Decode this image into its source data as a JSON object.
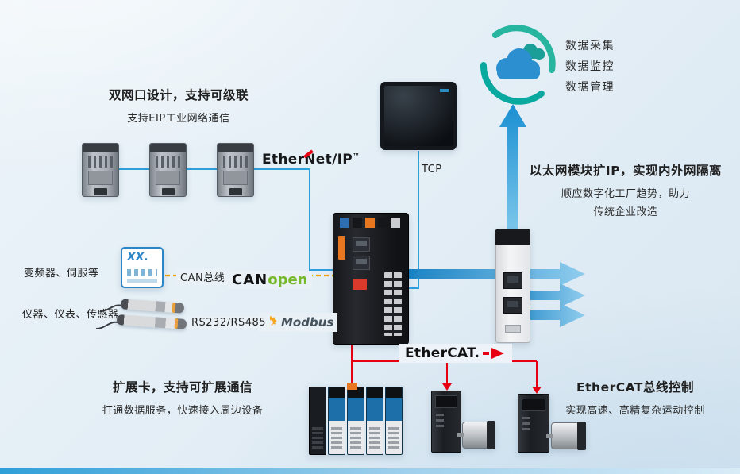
{
  "colors": {
    "accent_blue": "#2da0dc",
    "deep_blue": "#1a83c4",
    "red": "#e60012",
    "green": "#76b82a",
    "yellow": "#f0a30a",
    "teal": "#00b3a6",
    "text_dark": "#1f1f1f"
  },
  "top_left": {
    "title": "双网口设计，支持可级联",
    "subtitle": "支持EIP工业网络通信"
  },
  "logos": {
    "ethernet_ip": {
      "ether": "Ether",
      "net": "Net",
      "ip": "/IP",
      "tm": "™"
    },
    "canopen": {
      "can": "CAN",
      "open": "open"
    },
    "modbus": "Modbus",
    "ethercat": "EtherCAT."
  },
  "labels": {
    "tcp": "TCP",
    "can_bus": "CAN总线",
    "rs_bus": "RS232/RS485",
    "vfd_devices": "变频器、伺服等",
    "instrument_devices": "仪器、仪表、传感器",
    "xx_device": "XX."
  },
  "cloud": {
    "features": [
      "数据采集",
      "数据监控",
      "数据管理"
    ]
  },
  "right_block": {
    "title": "以太网模块扩IP，实现内外网隔离",
    "line2": "顺应数字化工厂趋势，助力",
    "line3": "传统企业改造"
  },
  "bottom_left": {
    "title": "扩展卡，支持可扩展通信",
    "subtitle": "打通数据服务，快速接入周边设备"
  },
  "bottom_right": {
    "title": "EtherCAT总线控制",
    "subtitle": "实现高速、高精复杂运动控制"
  }
}
